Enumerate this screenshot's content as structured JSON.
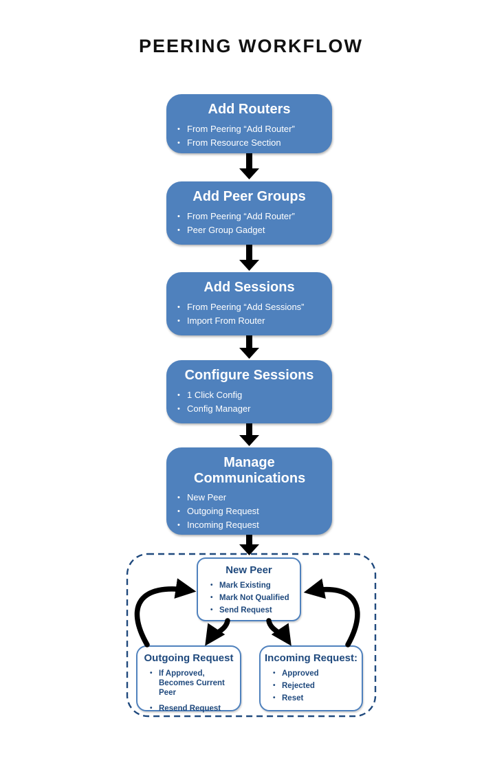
{
  "title": "PEERING WORKFLOW",
  "colors": {
    "box_blue": "#4f81bd",
    "box_text": "#ffffff",
    "navy_text": "#1f497d",
    "sub_border": "#4f81bd",
    "dashed_border": "#1f497d",
    "arrow": "#000000",
    "background": "#ffffff",
    "title_color": "#111111"
  },
  "flow_boxes": [
    {
      "title": "Add Routers",
      "bullets": [
        "From  Peering “Add Router”",
        "From Resource Section"
      ]
    },
    {
      "title": "Add Peer Groups",
      "bullets": [
        "From  Peering “Add Router”",
        "Peer Group Gadget"
      ]
    },
    {
      "title": "Add Sessions",
      "bullets": [
        "From  Peering “Add Sessions”",
        "Import  From Router"
      ]
    },
    {
      "title": "Configure Sessions",
      "bullets": [
        "1 Click Config",
        "Config Manager"
      ]
    },
    {
      "title": "Manage Communications",
      "bullets": [
        "New Peer",
        "Outgoing Request",
        "Incoming Request"
      ]
    }
  ],
  "sub_boxes": [
    {
      "title": "New Peer",
      "bullets": [
        "Mark Existing",
        "Mark Not Qualified",
        "Send Request"
      ]
    },
    {
      "title": "Outgoing Request",
      "bullets": [
        "If Approved, Becomes Current Peer",
        "Resend Request"
      ]
    },
    {
      "title": "Incoming Request:",
      "bullets": [
        "Approved",
        "Rejected",
        "Reset"
      ]
    }
  ]
}
